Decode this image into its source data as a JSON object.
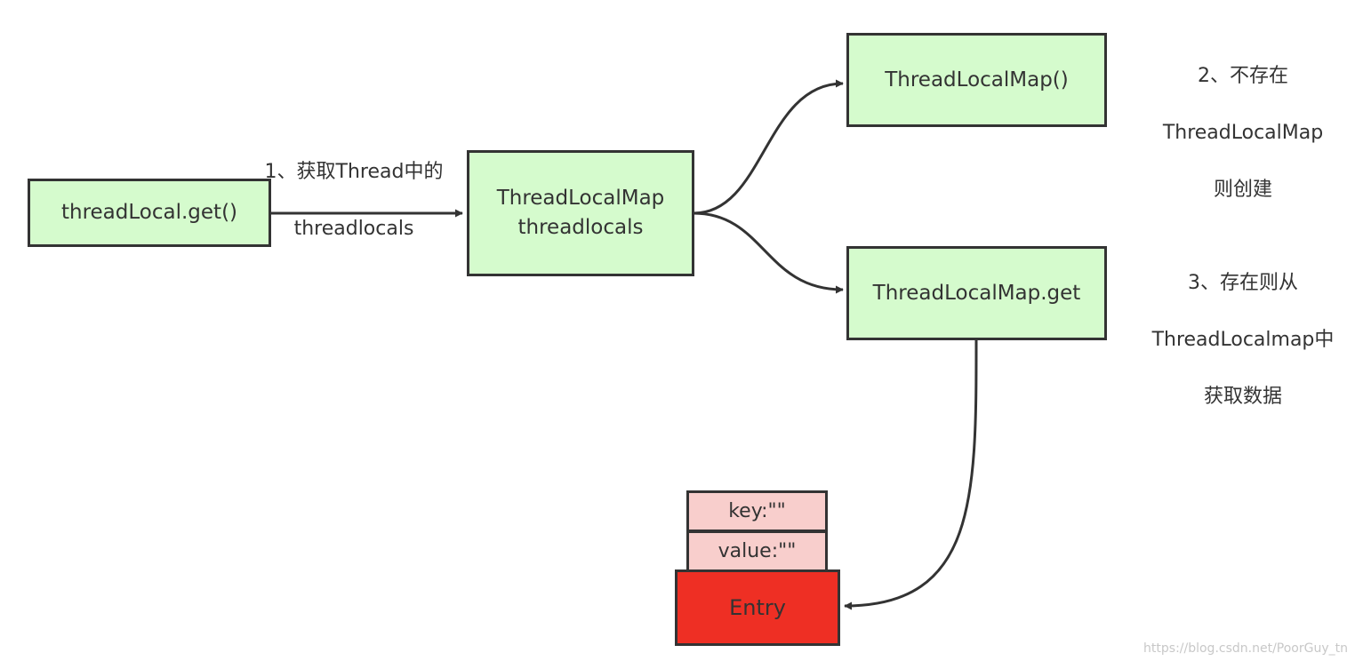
{
  "nodes": {
    "get_call": "threadLocal.get()",
    "map_field": [
      "ThreadLocalMap",
      "threadlocals"
    ],
    "map_create": "ThreadLocalMap()",
    "map_get": "ThreadLocalMap.get",
    "entry_key": "key:\"\"",
    "entry_value": "value:\"\"",
    "entry": "Entry"
  },
  "labels": {
    "step1": [
      "1、获取Thread中的",
      "threadlocals"
    ],
    "step2": [
      "2、不存在",
      "ThreadLocalMap",
      "则创建"
    ],
    "step3": [
      "3、存在则从",
      "ThreadLocalmap中",
      "获取数据"
    ]
  },
  "watermark": "https://blog.csdn.net/PoorGuy_tn",
  "colors": {
    "node_fill": "#d5fbcd",
    "entry_field_fill": "#f8cecc",
    "entry_fill": "#ee2f24",
    "stroke": "#333333"
  }
}
